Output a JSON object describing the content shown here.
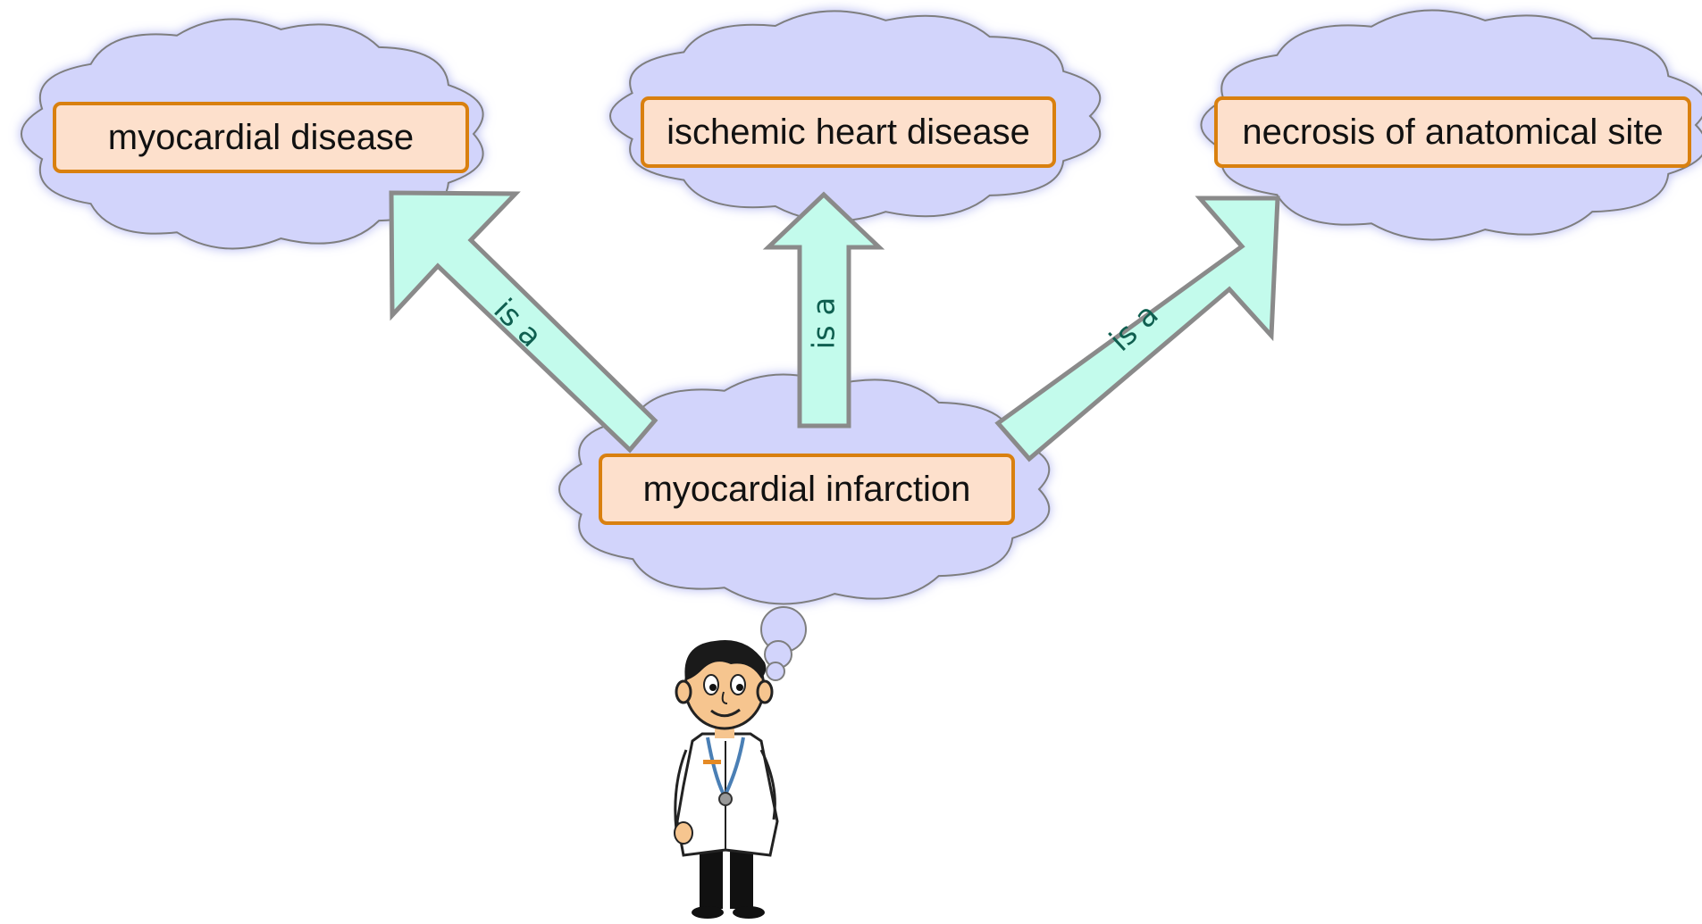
{
  "diagram": {
    "colors": {
      "cloud_fill": "#d2d4fb",
      "cloud_stroke": "#7e7e7e",
      "cloud_glow": "#b3b7f2",
      "box_fill": "#fde0cc",
      "box_border": "#d9800f",
      "arrow_fill": "#c3fbec",
      "arrow_stroke": "#8a8a8a",
      "label_color": "#0f5f50"
    },
    "concepts": {
      "central": "myocardial infarction",
      "parent_left": "myocardial disease",
      "parent_center": "ischemic heart disease",
      "parent_right": "necrosis of anatomical site"
    },
    "relations": {
      "left": "is a",
      "center": "is a",
      "right": "is a"
    }
  }
}
